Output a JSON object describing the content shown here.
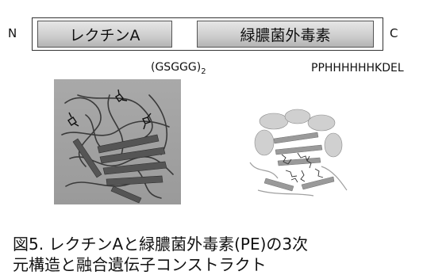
{
  "construct": {
    "n_terminus": "N",
    "c_terminus": "C",
    "lectin_domain": "レクチンA",
    "toxin_domain": "緑膿菌外毒素",
    "linker": "(GSGGG)",
    "linker_repeat": "2",
    "c_tag": "PPHHHHHHKDEL"
  },
  "caption": {
    "line1": "図5. レクチンAと緑膿菌外毒素(PE)の3次",
    "line2": "元構造と融合遺伝子コンストラクト"
  },
  "colors": {
    "domain_fill_top": "#e6e6e6",
    "domain_fill_bottom": "#b4b4b4",
    "structure_gray": "#7a7a7a"
  }
}
